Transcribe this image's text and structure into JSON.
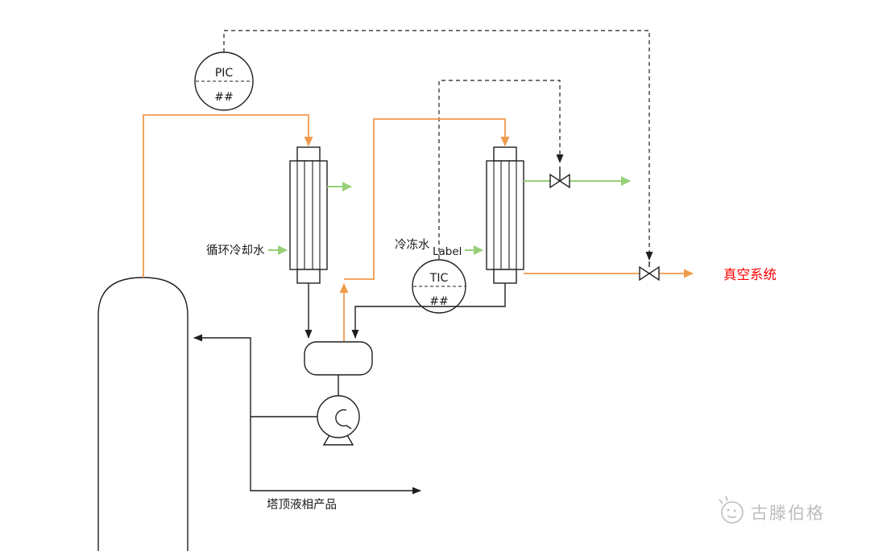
{
  "colors": {
    "orange": "#f19a4d",
    "green": "#97d077",
    "red": "#ff0000",
    "line": "#1f1f1f",
    "label": "#1a1a1a",
    "watermark": "#bdbdbd"
  },
  "instruments": {
    "pic": {
      "tag": "PIC",
      "number": "##"
    },
    "tic": {
      "tag": "TIC",
      "number": "##"
    }
  },
  "streams": {
    "cooling_water_label": "循环冷却水",
    "chilled_water_label": "冷冻水",
    "placeholder_label": "Label",
    "vacuum_system_label": "真空系统",
    "overhead_product_label": "塔顶液相产品"
  },
  "watermark": {
    "text": "古滕伯格"
  }
}
